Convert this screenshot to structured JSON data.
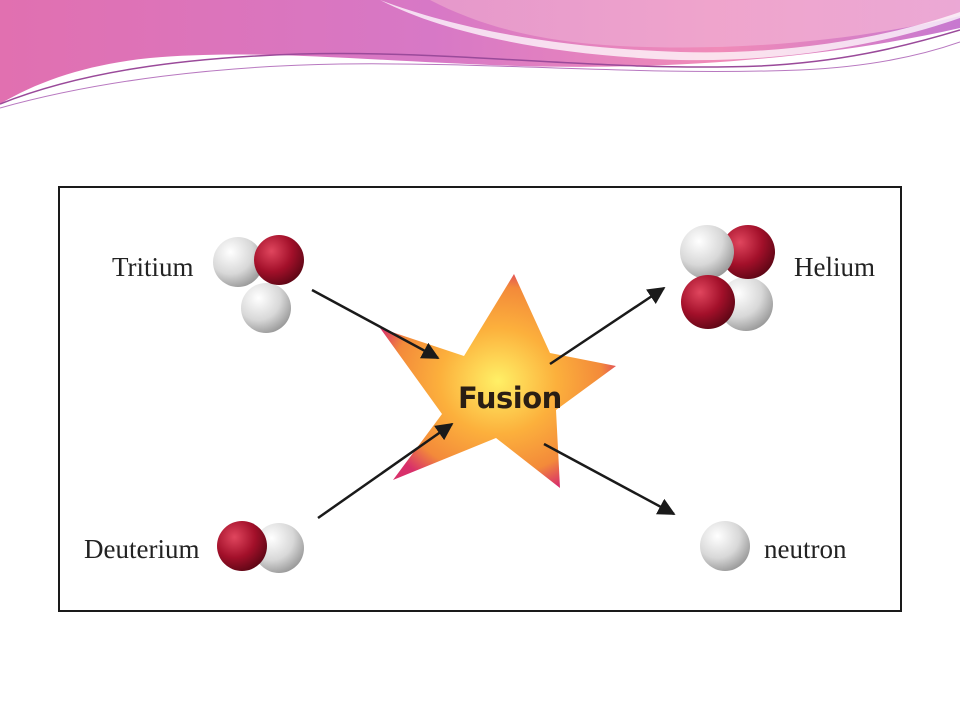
{
  "diagram": {
    "center_label": "Fusion",
    "reactants": [
      {
        "label": "Tritium",
        "composition": [
          "proton",
          "neutron",
          "neutron"
        ]
      },
      {
        "label": "Deuterium",
        "composition": [
          "proton",
          "neutron"
        ]
      }
    ],
    "products": [
      {
        "label": "Helium",
        "composition": [
          "proton",
          "proton",
          "neutron",
          "neutron"
        ]
      },
      {
        "label": "neutron",
        "composition": [
          "neutron"
        ]
      }
    ]
  },
  "colors": {
    "proton": "#a3102a",
    "neutron": "#d8d8d8",
    "star_core": "#fff066",
    "star_mid": "#fcb03c",
    "star_edge": "#d8306a",
    "banner_pink": "#e86da8",
    "banner_purple": "#b56ec8"
  }
}
